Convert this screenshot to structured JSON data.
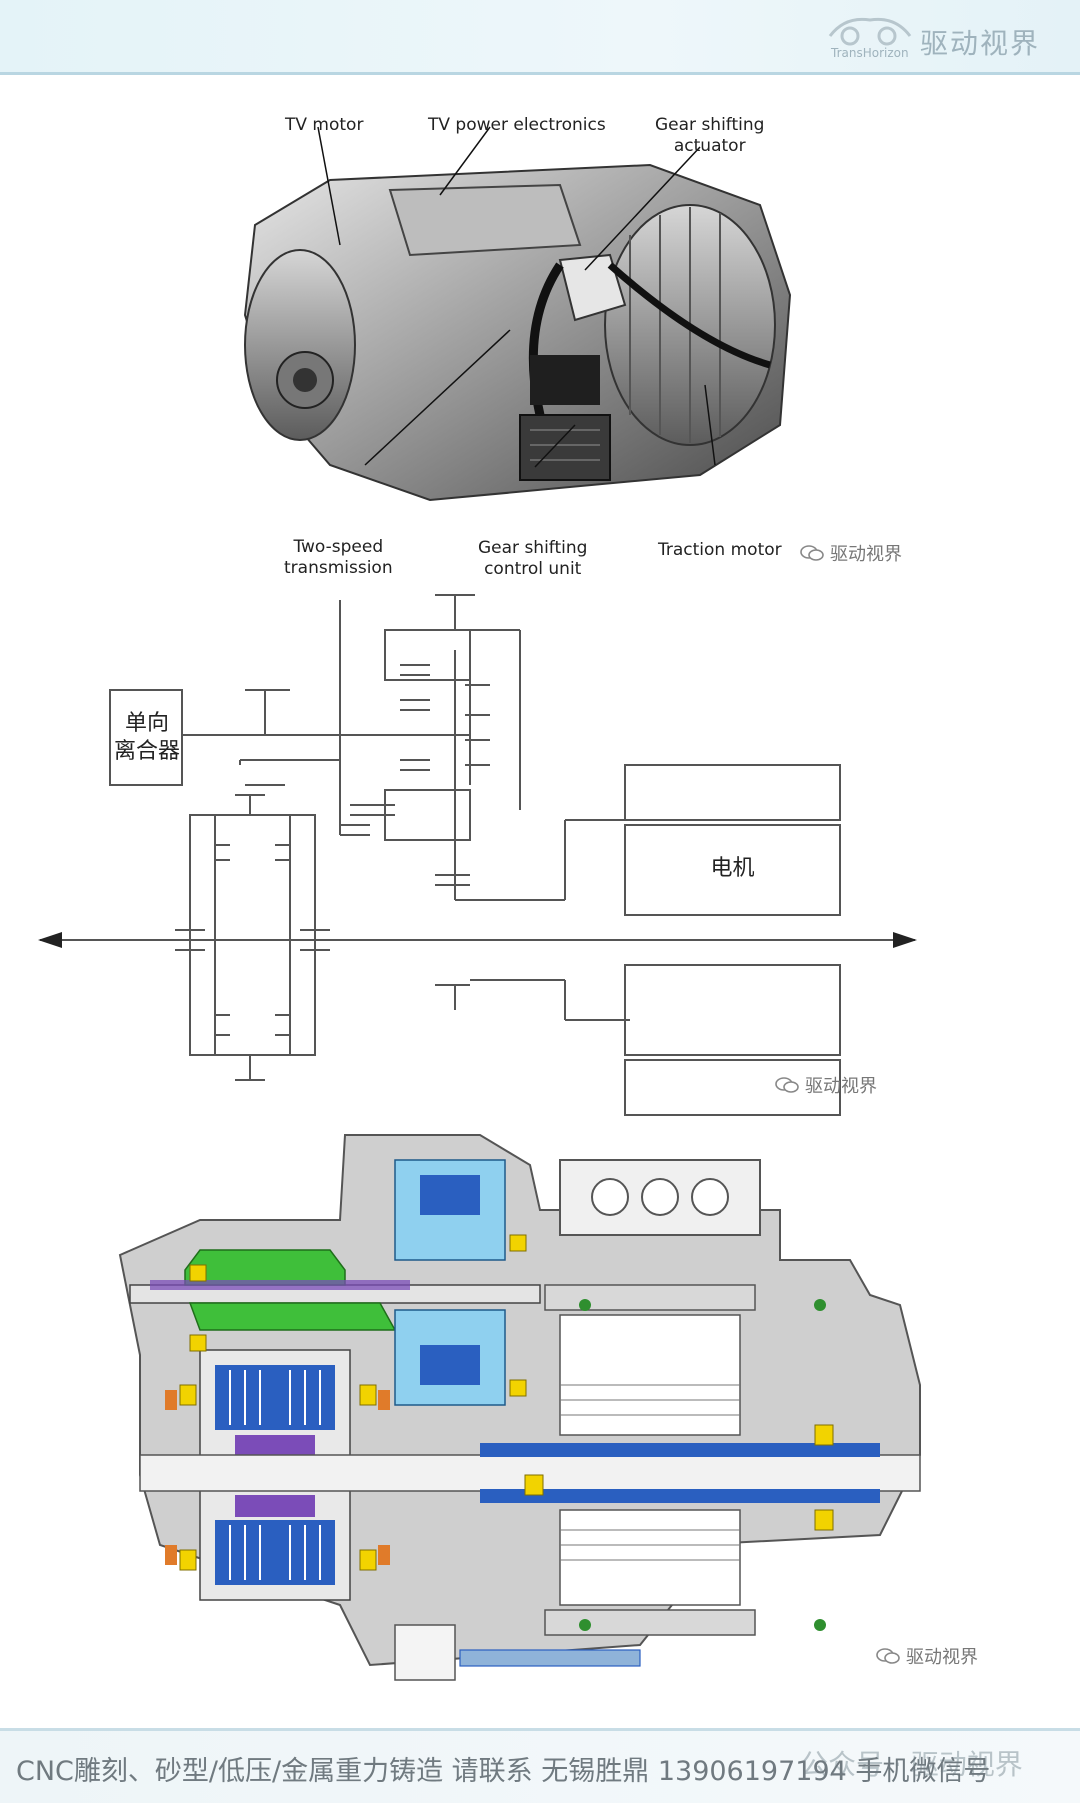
{
  "header": {
    "brand": "驱动视界",
    "brand_sub": "TransHorizon"
  },
  "photo": {
    "callouts": {
      "tv_motor": "TV motor",
      "tv_power_electronics": "TV power electronics",
      "gear_shifting_actuator_1": "Gear shifting",
      "gear_shifting_actuator_2": "actuator",
      "two_speed_1": "Two-speed",
      "two_speed_2": "transmission",
      "gear_control_1": "Gear shifting",
      "gear_control_2": "control unit",
      "traction_motor": "Traction motor"
    },
    "watermark": "驱动视界"
  },
  "schematic": {
    "clutch_label_1": "单向",
    "clutch_label_2": "离合器",
    "motor_label": "电机",
    "watermark": "驱动视界"
  },
  "cutaway": {
    "watermark": "驱动视界"
  },
  "footer": {
    "text": "CNC雕刻、砂型/低压/金属重力铸造 请联系 无锡胜鼎 13906197194 手机微信号",
    "watermark": "公众号 · 驱动视界"
  },
  "colors": {
    "green": "#3fbf3a",
    "blue": "#2a5fc0",
    "light_blue": "#8fd0ef",
    "purple": "#7b4cb8",
    "orange": "#e07b2a",
    "yellow": "#f2d300",
    "gray": "#c8c8c8"
  }
}
